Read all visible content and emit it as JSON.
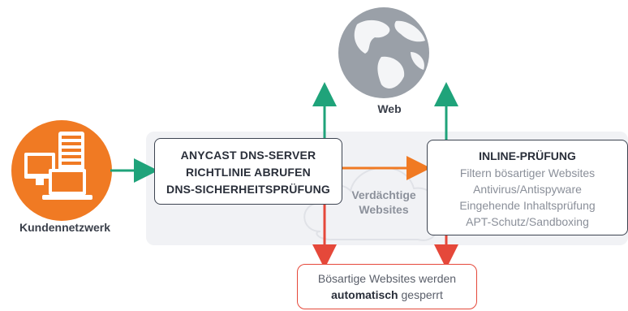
{
  "dns_box": {
    "lines": [
      "ANYCAST DNS-SERVER",
      "RICHTLINIE ABRUFEN",
      "DNS-SICHERHEITSPRÜFUNG"
    ]
  },
  "inline_box": {
    "title": "INLINE-PRÜFUNG",
    "items": [
      "Filtern bösartiger Websites",
      "Antivirus/Antispyware",
      "Eingehende Inhaltsprüfung",
      "APT-Schutz/Sandboxing"
    ]
  },
  "result_box": {
    "line1": "Bösartige Websites werden",
    "line2_bold": "automatisch",
    "line2_rest": " gesperrt"
  },
  "labels": {
    "web": "Web",
    "customer_network": "Kundennetzwerk",
    "suspicious_line1": "Verdächtige",
    "suspicious_line2": "Websites"
  },
  "colors": {
    "green_arrow": "#1fa37a",
    "orange_arrow": "#f07a23",
    "red_arrow": "#e5483a",
    "customer_circle": "#f07a23",
    "globe": "#9aa0a8"
  },
  "icons": {
    "customer": "server-computer-icon",
    "web": "globe-icon",
    "background": "cloud-icon"
  }
}
